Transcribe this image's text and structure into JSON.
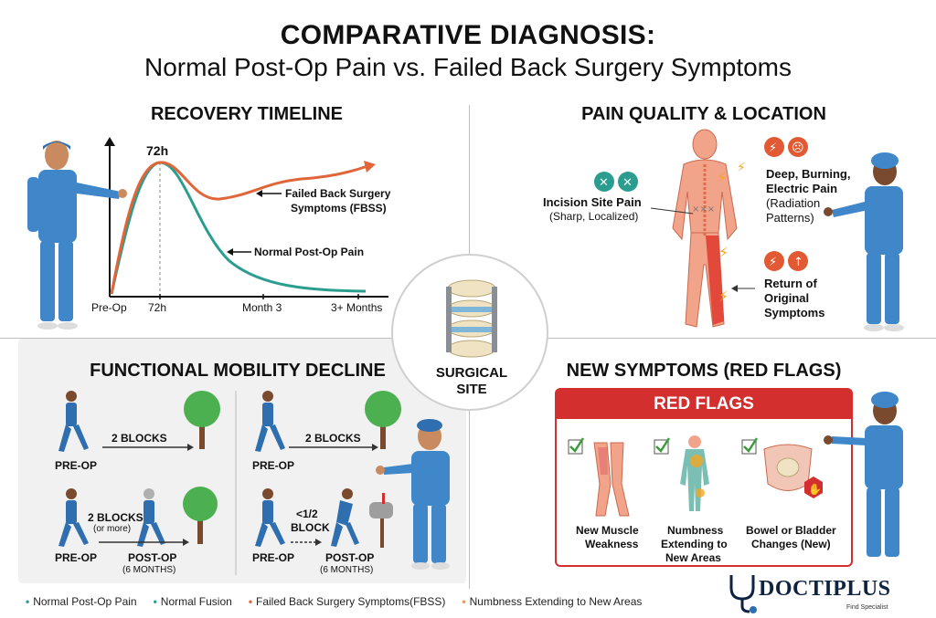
{
  "title": {
    "line1": "COMPARATIVE DIAGNOSIS:",
    "line2": "Normal Post-Op Pain vs. Failed Back Surgery Symptoms"
  },
  "timeline": {
    "heading": "RECOVERY TIMELINE",
    "peak_label": "72h",
    "x_ticks": [
      "Pre-Op",
      "72h",
      "Month 3",
      "3+ Months"
    ],
    "fbss_label_line1": "Failed Back Surgery",
    "fbss_label_line2": "Symptoms (FBSS)",
    "normal_label": "Normal Post-Op Pain",
    "colors": {
      "fbss": "#e0663a",
      "normal": "#2a9d8f"
    }
  },
  "chart_data": {
    "type": "line",
    "title": "RECOVERY TIMELINE",
    "x": [
      "Pre-Op",
      "72h",
      "Month 3",
      "3+ Months"
    ],
    "series": [
      {
        "name": "Failed Back Surgery Symptoms (FBSS)",
        "trend": "rises to peak at 72h, dips, then rises again and continues upward"
      },
      {
        "name": "Normal Post-Op Pain",
        "trend": "rises to peak at 72h, then declines toward baseline by 3+ Months"
      }
    ]
  },
  "pain": {
    "heading": "PAIN QUALITY & LOCATION",
    "incision_title": "Incision Site Pain",
    "incision_sub": "(Sharp, Localized)",
    "deep_title_1": "Deep, Burning,",
    "deep_title_2": "Electric Pain",
    "deep_sub_1": "(Radiation",
    "deep_sub_2": "Patterns)",
    "return_1": "Return of",
    "return_2": "Original",
    "return_3": "Symptoms"
  },
  "center": {
    "line1": "SURGICAL",
    "line2": "SITE"
  },
  "mobility": {
    "heading": "FUNCTIONAL MOBILITY DECLINE",
    "left_top_distance": "2 BLOCKS",
    "left_top_label": "PRE-OP",
    "left_bottom_distance_1": "2 BLOCKS",
    "left_bottom_distance_2": "(or more)",
    "left_bottom_pre": "PRE-OP",
    "left_bottom_post": "POST-OP",
    "left_bottom_post_sub": "(6 MONTHS)",
    "right_top_distance": "2 BLOCKS",
    "right_top_label": "PRE-OP",
    "right_bottom_distance_1": "<1/2",
    "right_bottom_distance_2": "BLOCK",
    "right_bottom_pre": "PRE-OP",
    "right_bottom_post": "POST-OP",
    "right_bottom_post_sub": "(6 MONTHS)"
  },
  "red_flags": {
    "heading": "NEW SYMPTOMS (RED FLAGS)",
    "panel_title": "RED FLAGS",
    "items": [
      {
        "line1": "New Muscle",
        "line2": "Weakness",
        "line3": ""
      },
      {
        "line1": "Numbness",
        "line2": "Extending to",
        "line3": "New Areas"
      },
      {
        "line1": "Bowel or Bladder",
        "line2": "Changes (New)",
        "line3": ""
      }
    ]
  },
  "legend": {
    "items": [
      {
        "label": "Normal Post-Op Pain",
        "color": "#2a9d8f"
      },
      {
        "label": "Normal Fusion",
        "color": "#2a9d8f"
      },
      {
        "label": "Failed Back Surgery Symptoms(FBSS)",
        "color": "#e0663a"
      },
      {
        "label": "Numbness Extending to New Areas",
        "color": "#e89a5c"
      }
    ]
  },
  "logo": {
    "word": "DOCTIPLUS",
    "sub": "Find Specialist"
  }
}
